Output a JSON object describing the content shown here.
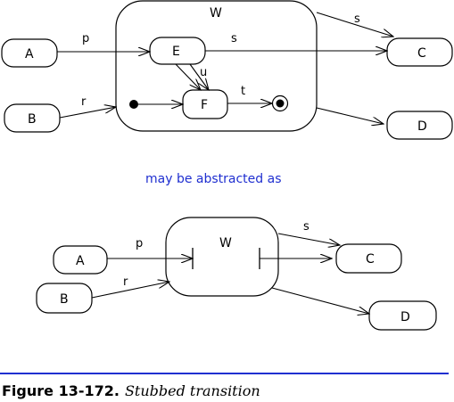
{
  "top_diagram": {
    "composite_label": "W",
    "states": {
      "A": "A",
      "B": "B",
      "C": "C",
      "D": "D",
      "E": "E",
      "F": "F"
    },
    "transitions": {
      "p": "p",
      "r": "r",
      "s_outer": "s",
      "s_inner": "s",
      "u": "u",
      "t": "t"
    }
  },
  "middle_text": "may be abstracted as",
  "bottom_diagram": {
    "composite_label": "W",
    "states": {
      "A": "A",
      "B": "B",
      "C": "C",
      "D": "D"
    },
    "transitions": {
      "p": "p",
      "r": "r",
      "s": "s"
    }
  },
  "caption": {
    "number": "Figure 13-172.",
    "title": "Stubbed transition"
  },
  "colors": {
    "accent": "#1f2fd0",
    "line": "#000000"
  }
}
